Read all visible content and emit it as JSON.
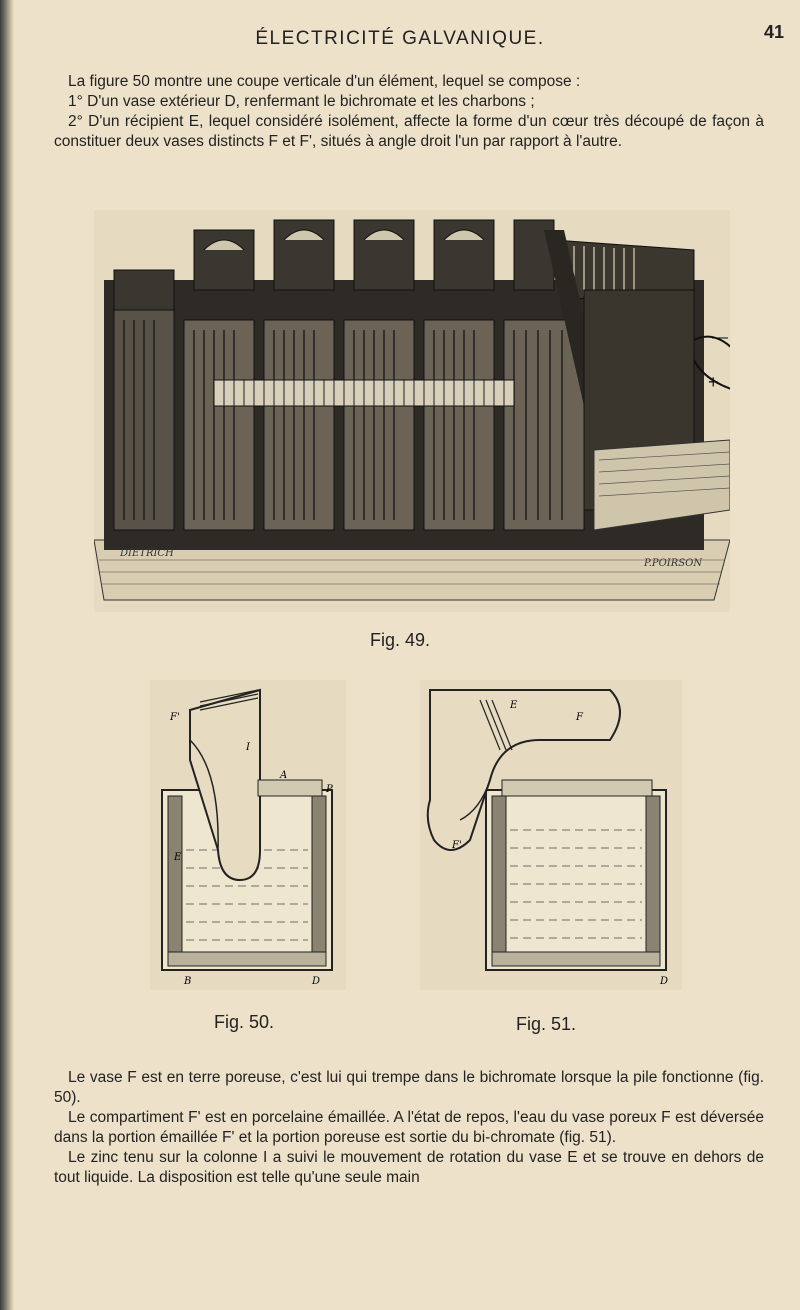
{
  "header": {
    "running_title": "ÉLECTRICITÉ GALVANIQUE.",
    "page_number": "41"
  },
  "intro": {
    "lines": [
      "La figure 50 montre une coupe verticale d'un élément, lequel se compose :",
      "1° D'un vase extérieur D, renfermant le bichromate et les charbons ;",
      "2° D'un récipient E, lequel considéré isolément, affecte la forme d'un cœur très découpé de façon à constituer deux vases distincts F et F', situés à angle droit l'un par rapport à l'autre."
    ]
  },
  "figures": {
    "fig49": {
      "caption": "Fig. 49.",
      "signature_left": "DIETRICH",
      "signature_right": "P.POIRSON",
      "terminal_minus": "—",
      "terminal_plus": "+"
    },
    "fig50": {
      "caption": "Fig. 50.",
      "labels": [
        "F'",
        "I",
        "A",
        "P",
        "D",
        "E",
        "B"
      ]
    },
    "fig51": {
      "caption": "Fig. 51.",
      "labels": [
        "E",
        "F",
        "F'",
        "D"
      ]
    }
  },
  "body": {
    "paragraphs": [
      "Le vase F est en terre poreuse, c'est lui qui trempe dans le bichromate lorsque la pile fonctionne (fig. 50).",
      "Le compartiment F' est en porcelaine émaillée. A l'état de repos, l'eau du vase poreux F est déversée dans la portion émaillée F' et la portion poreuse est sortie du bi-chromate (fig. 51).",
      "Le zinc tenu sur la colonne I a suivi le mouvement de rotation du vase E et se trouve en dehors de tout liquide. La disposition est telle qu'une seule main"
    ]
  }
}
